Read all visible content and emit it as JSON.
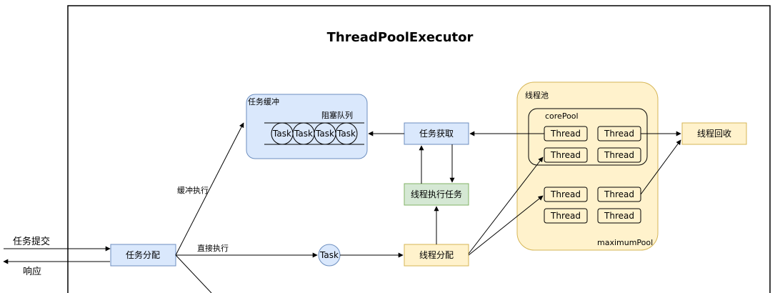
{
  "title": "ThreadPoolExecutor",
  "inputs": {
    "submit": "任务提交",
    "response": "响应"
  },
  "dispatch": "任务分配",
  "edges": {
    "buffer_exec": "缓冲执行",
    "direct_exec": "直接执行"
  },
  "buffer": {
    "label": "任务缓冲",
    "queue_label": "阻塞队列",
    "tasks": [
      "Task",
      "Task",
      "Task",
      "Task"
    ]
  },
  "moving_task": "Task",
  "fetch": "任务获取",
  "execute": "线程执行任务",
  "thread_dispatch": "线程分配",
  "pool": {
    "label": "线程池",
    "core_label": "corePool",
    "max_label": "maximumPool",
    "threads": [
      "Thread",
      "Thread",
      "Thread",
      "Thread",
      "Thread",
      "Thread",
      "Thread",
      "Thread"
    ]
  },
  "recycle": "线程回收",
  "colors": {
    "blue_fill": "#dae8fc",
    "blue_stroke": "#6c8ebf",
    "yellow_fill": "#fff2cc",
    "yellow_stroke": "#d6b656",
    "green_fill": "#d5e8d4",
    "green_stroke": "#82b366"
  }
}
